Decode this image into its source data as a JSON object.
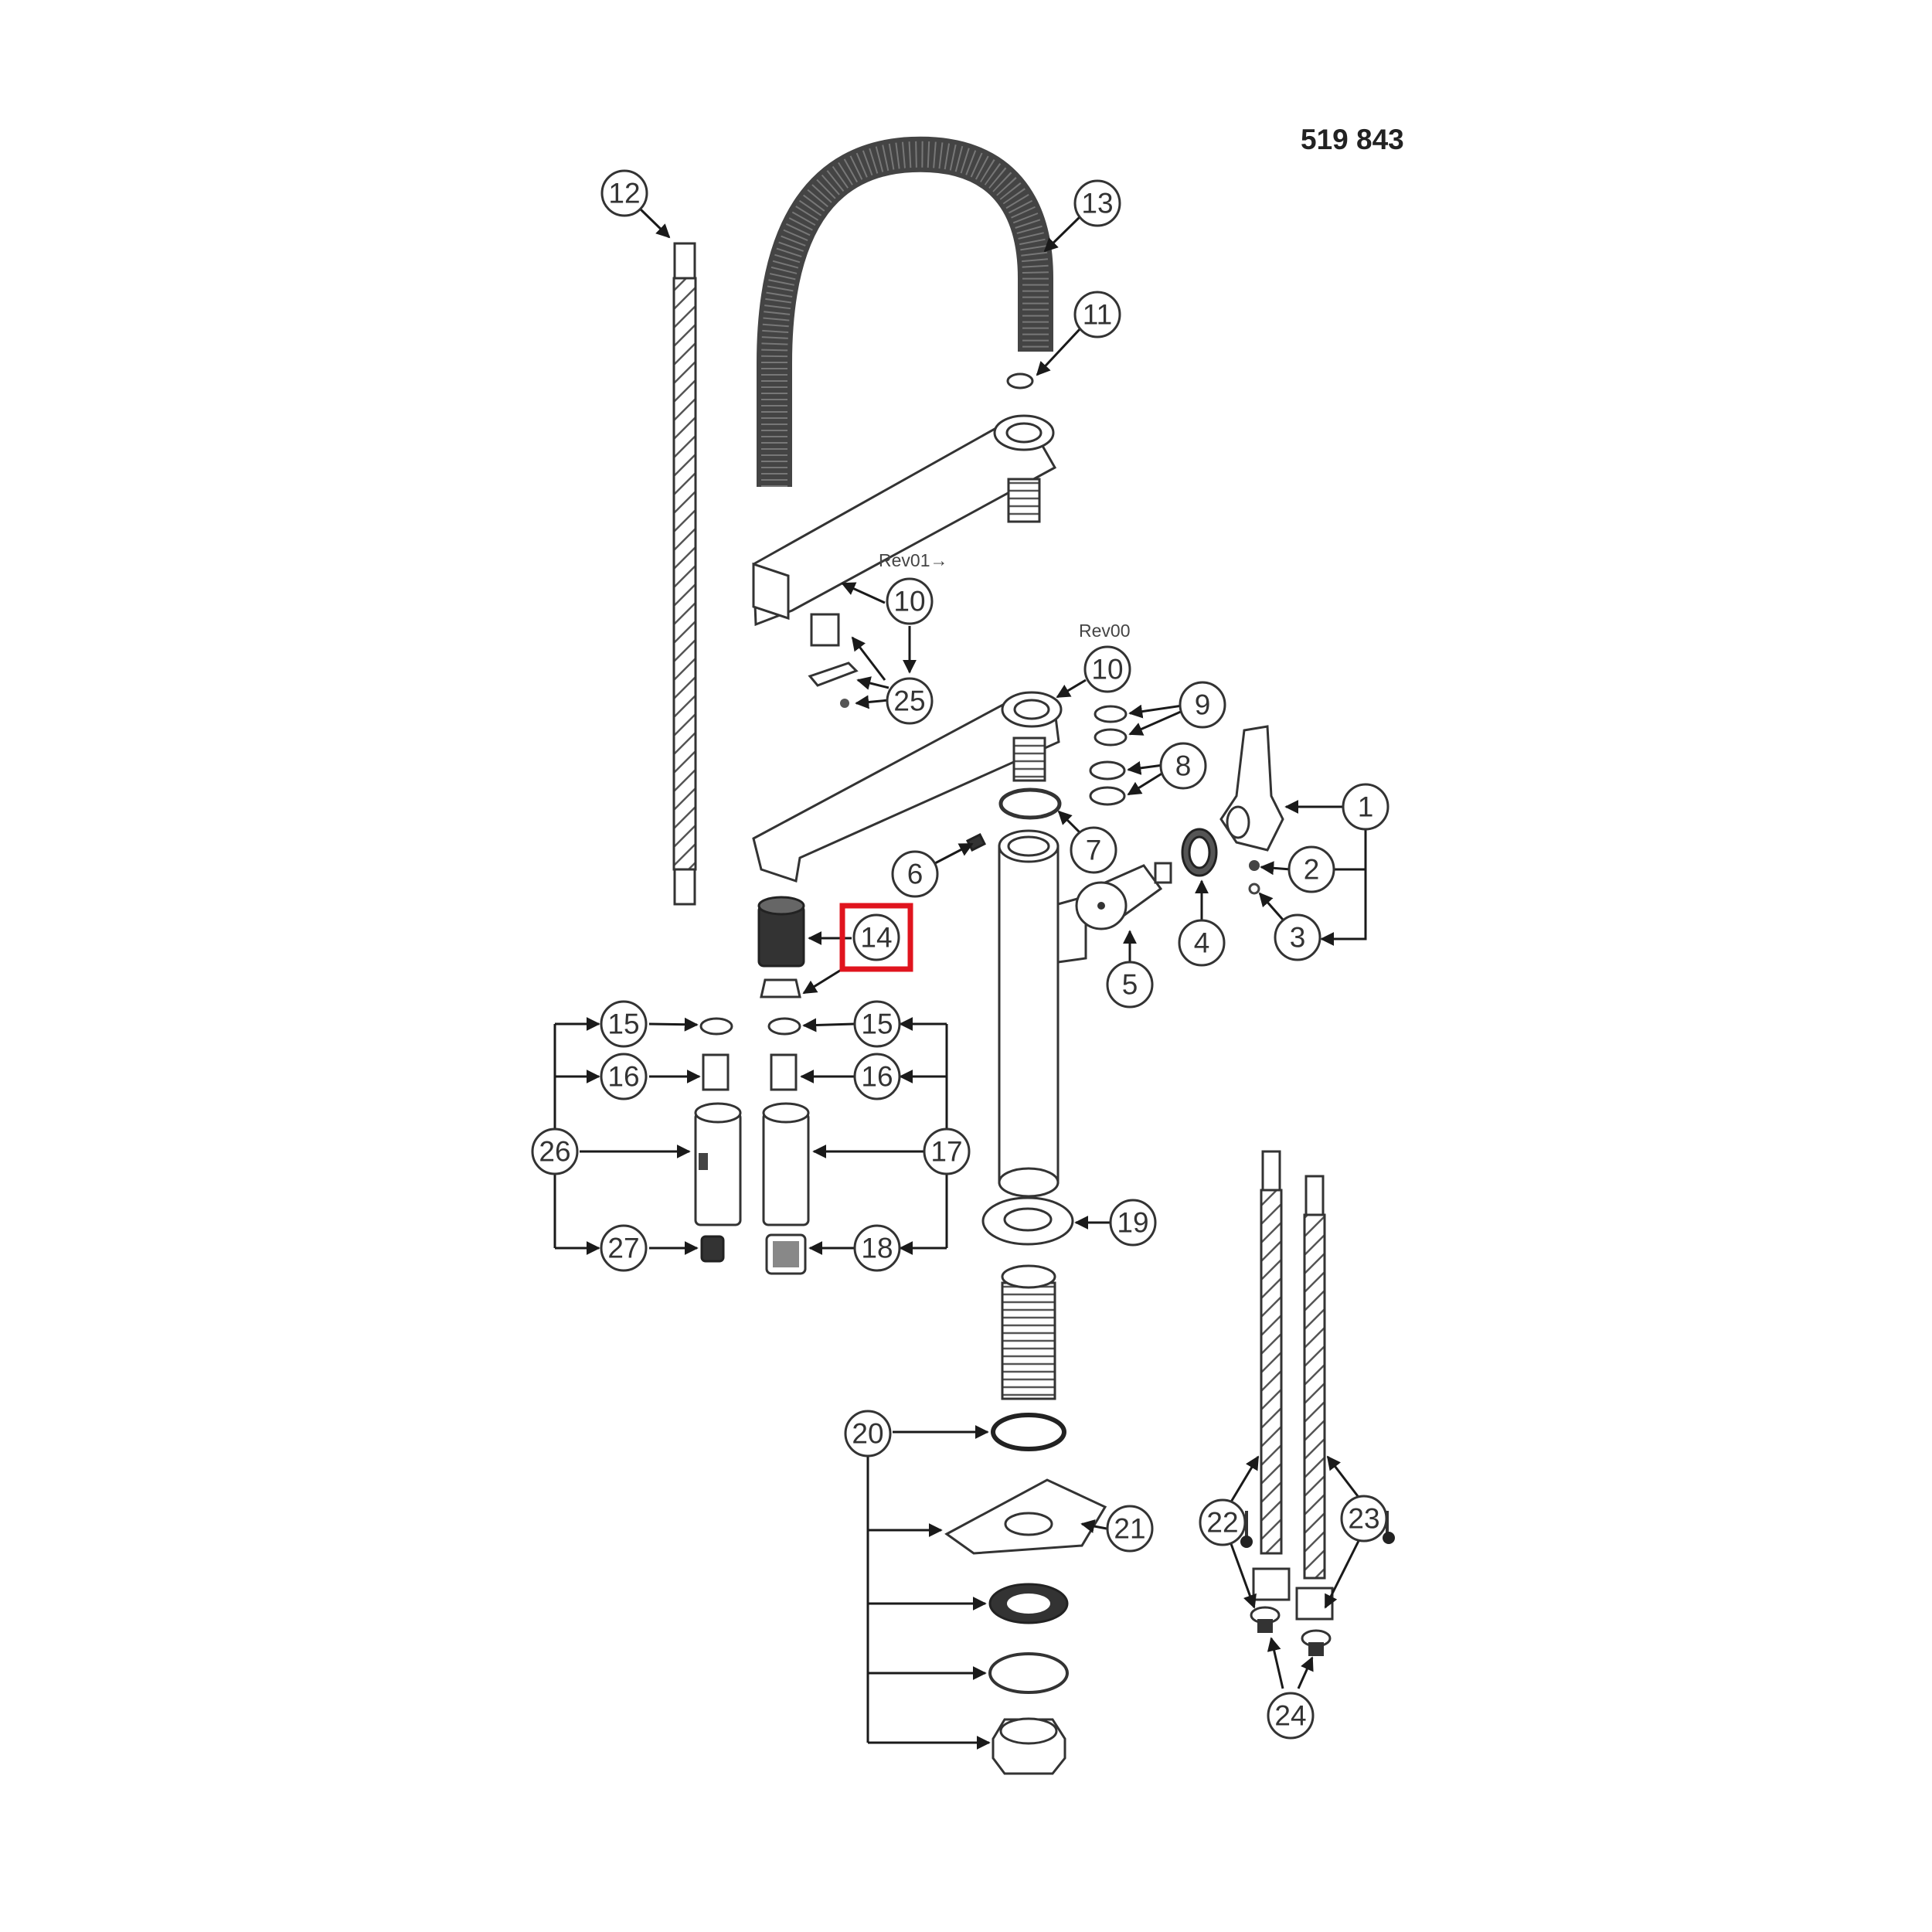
{
  "document_number": "519 843",
  "revision_labels": {
    "rev01": "Rev01→",
    "rev00": "Rev00"
  },
  "highlight": {
    "callout": "14",
    "color": "#e0141e"
  },
  "callouts": [
    "1",
    "2",
    "3",
    "4",
    "5",
    "6",
    "7",
    "8",
    "9",
    "10",
    "10",
    "11",
    "12",
    "13",
    "14",
    "15",
    "15",
    "16",
    "16",
    "17",
    "18",
    "19",
    "20",
    "21",
    "22",
    "23",
    "24",
    "25",
    "26",
    "27"
  ]
}
